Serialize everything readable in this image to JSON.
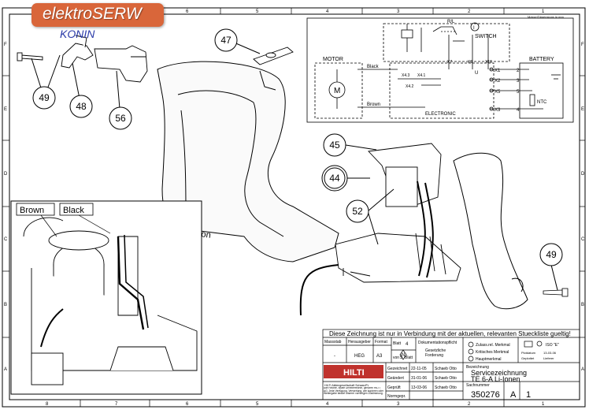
{
  "logo": {
    "brand": "elektroSERW",
    "city": "KONIN"
  },
  "frame": {
    "top_cols": [
      "8",
      "7",
      "6",
      "5",
      "4",
      "3",
      "2",
      "1"
    ],
    "bottom_cols": [
      "8",
      "7",
      "6",
      "5",
      "4",
      "3",
      "2",
      "1"
    ],
    "side_rows": [
      "F",
      "E",
      "D",
      "C",
      "B",
      "A"
    ]
  },
  "callouts": {
    "c47": "47",
    "c49a": "49",
    "c48": "48",
    "c56": "56",
    "c45": "45",
    "c44": "44",
    "c52": "52",
    "c49b": "49"
  },
  "drawing": {
    "housing_text": "Li-Ion"
  },
  "detail": {
    "brown": "Brown",
    "black": "Black"
  },
  "schematic": {
    "units_note": "Masse/Dimensions in mm",
    "switch": "SWITCH",
    "motor": "MOTOR",
    "battery": "BATTERY",
    "electronic": "ELECTRONIC",
    "black": "Black",
    "brown": "Brown",
    "rl": "R/L",
    "m": "M",
    "ntc": "NTC",
    "ub": "U",
    "x43": "X4.3",
    "x41": "X4.1",
    "x42": "X4.2",
    "x7": "X7",
    "x9": "X9",
    "x10": "X10",
    "x1": "X1",
    "x2": "X2",
    "x5": "X5",
    "x3": "X3",
    "n2": "2",
    "n3": "3",
    "n5": "5",
    "n4": "4"
  },
  "titleblock": {
    "note": "Diese Zeichnung ist nur in Verbindung mit der aktuellen, relevanten Stueckliste gueltig!",
    "h_massstab": "Massstab",
    "h_herausgeber": "Herausgeber",
    "h_format": "Format",
    "v_massstab": "-",
    "v_herausgeber": "HEG",
    "v_format": "A3",
    "blatt_label": "Blatt",
    "blatt": "4",
    "von_label": "von",
    "von": "5",
    "blatt2": "Blatt",
    "doc_pflicht": "Dokumentationspflicht",
    "n_mark": "N",
    "gesetzliche": "Gesetzliche",
    "forderung": "Forderung",
    "zulass": "Zulass.rel. Merkmal",
    "kritisch": "Kritisches Merkmal",
    "haupt": "Hauptmerkmal",
    "iso": "ISO \"E\"",
    "plotdatum_l": "Plotdatum",
    "plotdatum": "13-03-06",
    "geplottet_l": "Geplottet",
    "geplottet": "Lieferer",
    "rows": [
      {
        "label": "Gezeichnet",
        "date": "22-11-05",
        "name": "Schaeb Otto"
      },
      {
        "label": "Geändert",
        "date": "31-01-06",
        "name": "Schaeb Otto"
      },
      {
        "label": "Geprüft",
        "date": "13-03-06",
        "name": "Schaeb Otto"
      },
      {
        "label": "Normgepr.",
        "date": "",
        "name": ""
      }
    ],
    "hilti": "HILTI",
    "company": "HILTI Aktiengesellschaft Schaan/FL",
    "rights": "Alle Rechte, sowie Urheberrechte, gehören HILTI AG. Jede Verfügung, Verwertung, wie kopieren oder Weitergabe bedarf unserer vorherigen Zustimmung.",
    "bez_l": "Bezeichnung",
    "title1": "Servicezeichnung",
    "title2": "TE 6-A Li-Ionen",
    "sach_l": "Sachnummer",
    "sach": "350276",
    "a": "A",
    "one": "1"
  }
}
